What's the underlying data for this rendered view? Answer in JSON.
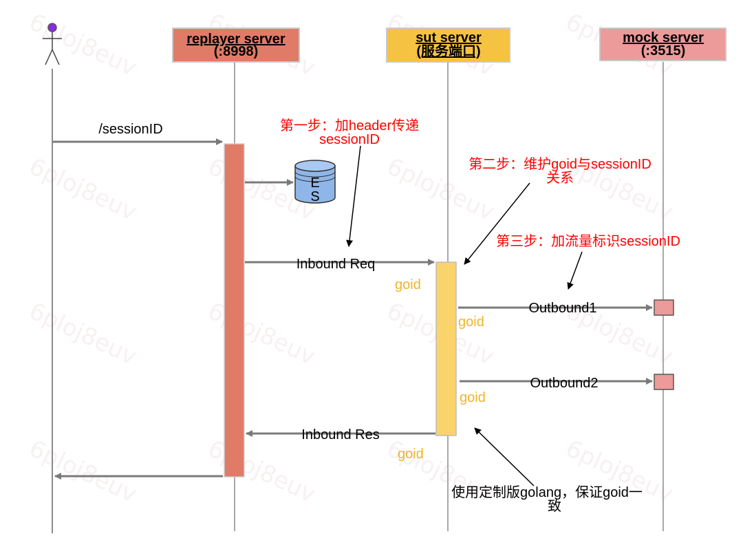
{
  "watermark": "6ploj8euv",
  "participants": {
    "replayer": {
      "name": "replayer server",
      "port": "(:8998)",
      "fill": "#e07b67"
    },
    "sut": {
      "name": "sut server",
      "port": "(服务端口)",
      "fill": "#f5c242"
    },
    "mock": {
      "name": "mock server",
      "port": "(:3515)",
      "fill": "#ec9a9a"
    }
  },
  "es_label": {
    "line1": "E",
    "line2": "S"
  },
  "messages": {
    "session_id": "/sessionID",
    "inbound_req": "Inbound Req",
    "outbound1": "Outbound1",
    "outbound2": "Outbound2",
    "inbound_res": "Inbound Res"
  },
  "goid_labels": [
    "goid",
    "goid",
    "goid",
    "goid"
  ],
  "steps": {
    "step1_line1": "第一步：加header传递",
    "step1_line2": "sessionID",
    "step2_line1": "第二步：维护goid与sessionID",
    "step2_line2": "关系",
    "step3": "第三步：加流量标识sessionID"
  },
  "note": {
    "line1": "使用定制版golang，保证goid一",
    "line2": "致"
  },
  "colors": {
    "red_text": "#ff0000",
    "goid_text": "#f0b429",
    "arrow": "#7a7a7a",
    "replayer_activation": "#e07b67",
    "sut_activation": "#fbd36b",
    "mock_activation": "#ec9a9a",
    "es_fill": "#8fb6e8"
  }
}
